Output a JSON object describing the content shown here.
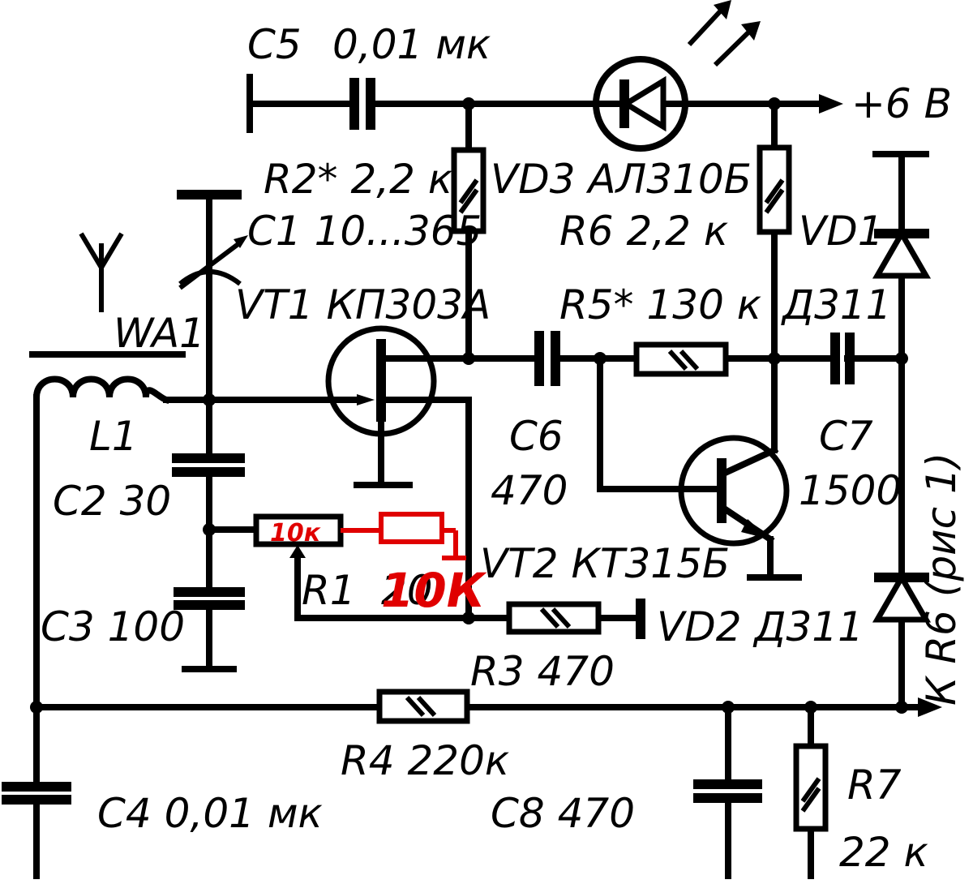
{
  "labels": {
    "c5": "C5",
    "c5_value": "0,01 мк",
    "supply": "+6 В",
    "r2": "R2* 2,2 к",
    "vd3": "VD3  АЛ310Б",
    "c1": "C1 10...365",
    "r6": "R6  2,2 к",
    "vd1": "VD1",
    "vt1": "VT1  КП303А",
    "r5": "R5* 130 к",
    "vd1_type": "Д311",
    "wa1": "WA1",
    "l1": "L1",
    "c6": "C6",
    "c6_value": "470",
    "c7": "C7",
    "c7_value": "1500",
    "c2": "C2  30",
    "r1": "R1",
    "r1_value": "20",
    "vt2": "VT2  КТ315Б",
    "c3": "C3  100",
    "vd2": "VD2  Д311",
    "r3": "R3  470",
    "to_r6": "К R6 (рис 1)",
    "r4": "R4  220к",
    "c4": "C4  0,01 мк",
    "c8": "C8  470",
    "r7": "R7",
    "r7_value": "22 к"
  },
  "annotations": {
    "small_label": "10к",
    "large_label": "10К",
    "color": "#e00000"
  }
}
